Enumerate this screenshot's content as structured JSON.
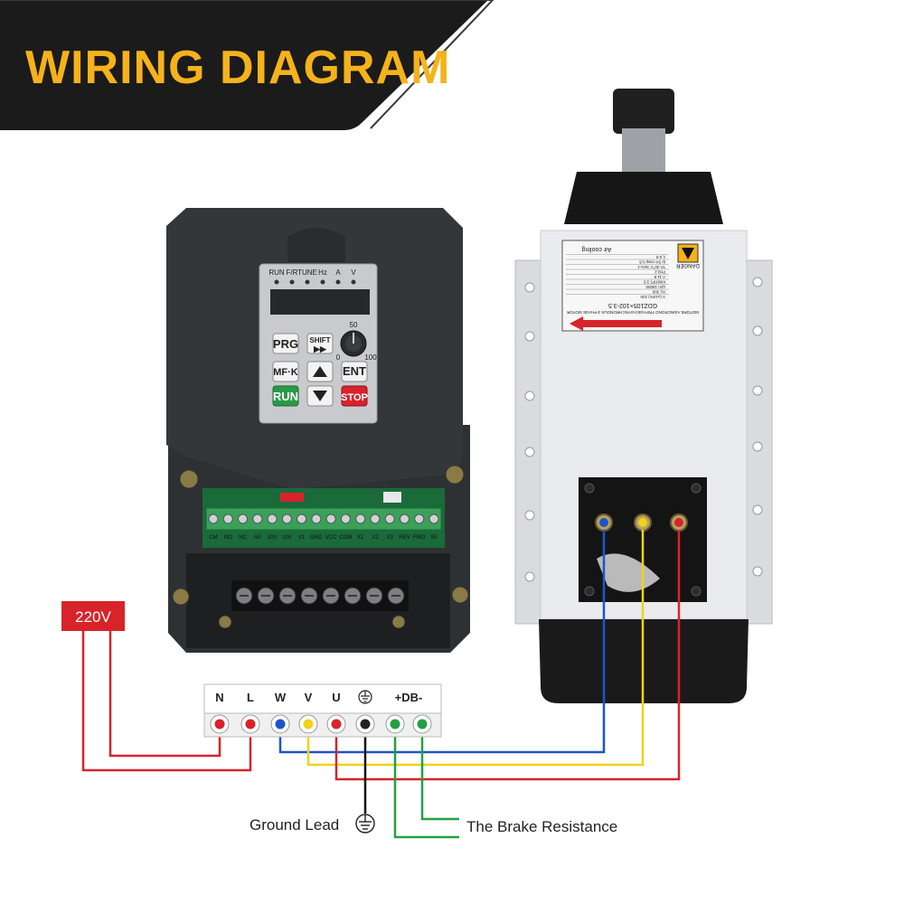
{
  "banner": {
    "title": "WIRING DIAGRAM"
  },
  "vfd": {
    "leds": [
      "RUN",
      "F/R",
      "TUNE",
      "Hz",
      "A",
      "V"
    ],
    "keys": {
      "prg": "PRG",
      "shift": "SHIFT",
      "mfk": "MF·K",
      "ent": "ENT",
      "run": "RUN",
      "stop": "STOP"
    },
    "knob_scale": {
      "top": "50",
      "left": "0",
      "right": "100"
    },
    "control_terminals": [
      "CM",
      "NO",
      "NC",
      "A0",
      "10V",
      "10V",
      "V1",
      "GND",
      "VCC",
      "COM",
      "X1",
      "X2",
      "X3",
      "REV",
      "FWD",
      "S0"
    ]
  },
  "spindle": {
    "plate_model": "GDZ105×102-3.5",
    "plate_warning": "DANGER",
    "plate_title": "MOTORE ASINCRONO TRIFASE/ASYNCHRONOUS 3-PHASE MOTOR",
    "plate_cooling": "Air cooling",
    "plate_rows": [
      "V (±10%)  220",
      "Hz  300",
      "rpm  18000",
      "KW(HP)  3.5",
      "A  11.8",
      "Pn0.2",
      "TA.30°C  Serv.1",
      "Ip 54  cosφ 0.8",
      "η 0.8"
    ],
    "wire_colors": [
      "#1e55c8",
      "#f0d21a",
      "#d8232a"
    ]
  },
  "power": {
    "label": "220V"
  },
  "terminal_block": {
    "labels": [
      "N",
      "L",
      "W",
      "V",
      "U",
      "⏚",
      "+DB-"
    ],
    "screw_colors": [
      "#d8232a",
      "#d8232a",
      "#1e55c8",
      "#f0d21a",
      "#d8232a",
      "#222222",
      "#23a046",
      "#23a046"
    ]
  },
  "captions": {
    "ground": "Ground Lead",
    "brake": "The Brake Resistance"
  },
  "colors": {
    "banner_bg": "#1b1b1b",
    "banner_text": "#f5b21b",
    "wire_red": "#d8232a",
    "wire_blue": "#1e55c8",
    "wire_yellow": "#f0d21a",
    "wire_green": "#23a046",
    "wire_black": "#111111"
  }
}
